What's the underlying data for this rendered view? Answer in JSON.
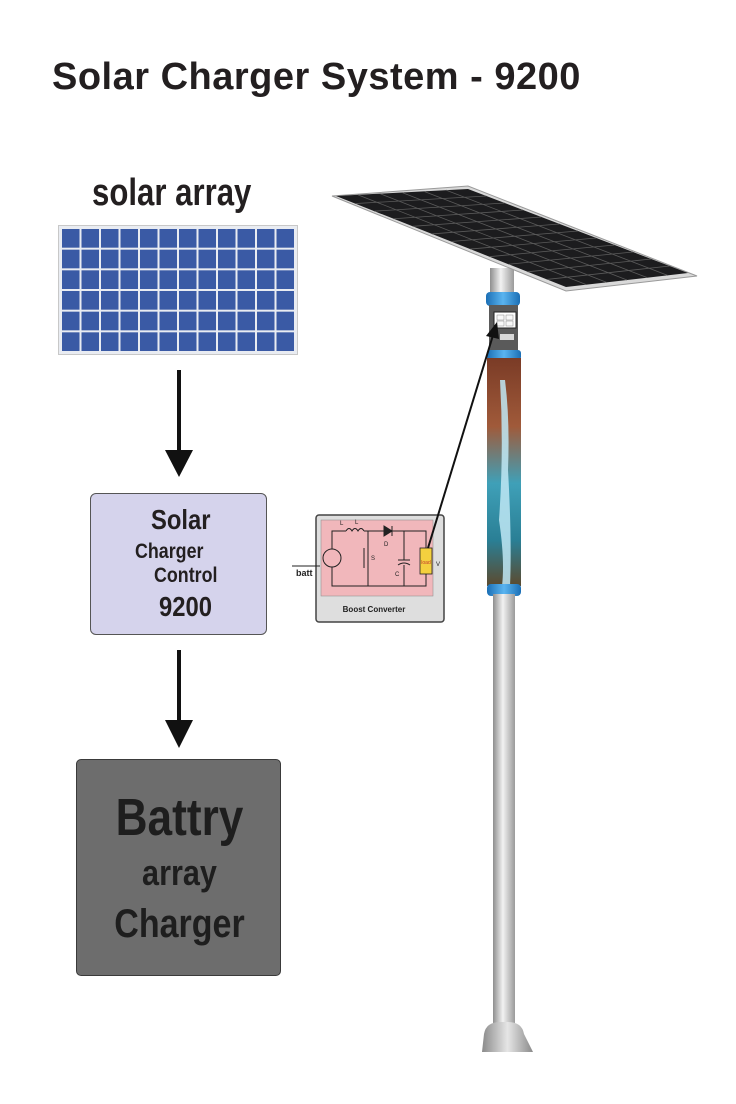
{
  "title": "Solar Charger System - 9200",
  "solar_array": {
    "label": "solar array"
  },
  "controller": {
    "line1": "Solar",
    "line2": "Charger",
    "line3": "Control",
    "line4": "9200"
  },
  "battery": {
    "line1": "Battry",
    "line2": "array",
    "line3": "Charger"
  },
  "boost_converter": {
    "title": "Boost Converter",
    "input_label": "batt",
    "component_labels": {
      "inductor": "L",
      "inductor_sub": "L",
      "switch": "S",
      "diode": "D",
      "capacitor": "C",
      "load": "load",
      "output": "V"
    }
  },
  "colors": {
    "panel_cell": "#3a5aa5",
    "controller_fill": "#d5d3ec",
    "battery_fill": "#6d6d6d",
    "converter_fill": "#f1b7bb",
    "pole_lamp_band": "#2e8fd8"
  }
}
